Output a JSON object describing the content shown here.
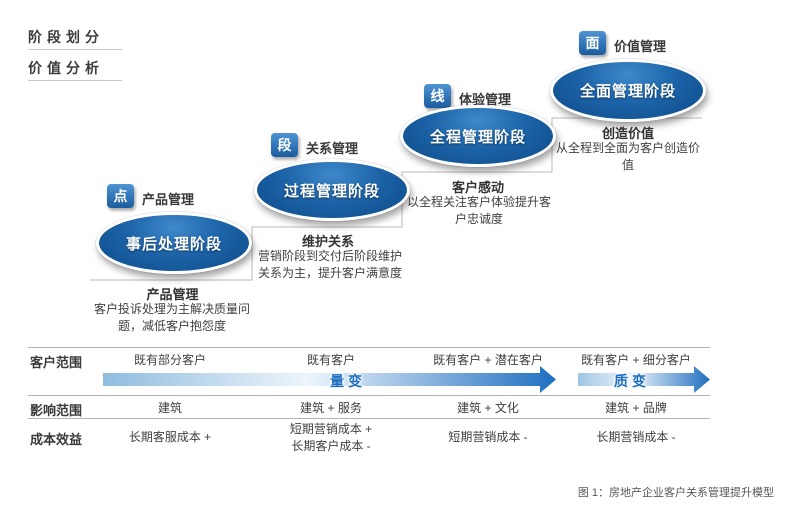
{
  "header": {
    "stage_label": "阶段划分",
    "value_label": "价值分析"
  },
  "stages": [
    {
      "badge": "点",
      "category": "产品管理",
      "phase": "事后处理阶段",
      "heading": "产品管理",
      "description": "客户投诉处理为主解决质量问题，减低客户抱怨度"
    },
    {
      "badge": "段",
      "category": "关系管理",
      "phase": "过程管理阶段",
      "heading": "维护关系",
      "description": "营销阶段到交付后阶段维护关系为主，提升客户满意度"
    },
    {
      "badge": "线",
      "category": "体验管理",
      "phase": "全程管理阶段",
      "heading": "客户感动",
      "description": "以全程关注客户体验提升客户忠诚度"
    },
    {
      "badge": "面",
      "category": "价值管理",
      "phase": "全面管理阶段",
      "heading": "创造价值",
      "description": "从全程到全面为客户创造价值"
    }
  ],
  "table": {
    "rows": [
      {
        "label": "客户范围",
        "values": [
          "既有部分客户",
          "既有客户",
          "既有客户 + 潜在客户",
          "既有客户 + 细分客户"
        ]
      },
      {
        "label": "影响范围",
        "values": [
          "建筑",
          "建筑 + 服务",
          "建筑 + 文化",
          "建筑 + 品牌"
        ]
      },
      {
        "label": "成本效益",
        "values": [
          "长期客服成本 +",
          "短期营销成本 +\n长期客户成本 -",
          "短期营销成本 -",
          "长期营销成本 -"
        ]
      }
    ],
    "arrows": [
      {
        "label": "量变"
      },
      {
        "label": "质变"
      }
    ]
  },
  "caption": "图 1：房地产企业客户关系管理提升模型",
  "colors": {
    "primary_blue": "#11508f",
    "accent_blue": "#1f6fc0",
    "line_gray": "#c6c6c6"
  }
}
